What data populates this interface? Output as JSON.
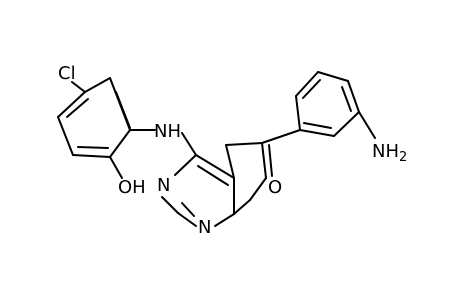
{
  "structure": {
    "atoms": {
      "cl": "Cl",
      "nh": "NH",
      "oh": "OH",
      "n3": "N",
      "n1": "N",
      "o": "O",
      "nh2_main": "NH",
      "nh2_sub": "2"
    }
  },
  "colors": {
    "bond": "#000000",
    "text": "#000000",
    "background": "#ffffff"
  }
}
